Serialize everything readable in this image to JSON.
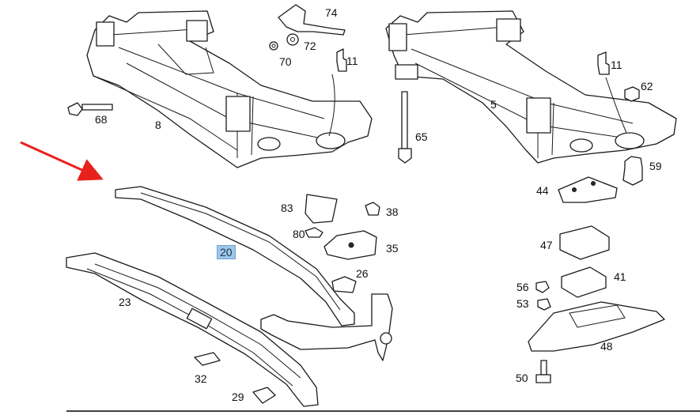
{
  "diagram": {
    "colors": {
      "arrow": "#e8211d",
      "highlight": "#9ec6e8",
      "line": "#1a1a1a"
    },
    "highlighted_part": "20",
    "labels": {
      "p74": "74",
      "p72": "72",
      "p70": "70",
      "p11a": "11",
      "p11b": "11",
      "p68": "68",
      "p8": "8",
      "p5": "5",
      "p62": "62",
      "p65": "65",
      "p59": "59",
      "p44": "44",
      "p83": "83",
      "p38": "38",
      "p80": "80",
      "p35": "35",
      "p20": "20",
      "p47": "47",
      "p26": "26",
      "p56": "56",
      "p41": "41",
      "p53": "53",
      "p23": "23",
      "p48": "48",
      "p32": "32",
      "p50": "50",
      "p29": "29"
    }
  }
}
